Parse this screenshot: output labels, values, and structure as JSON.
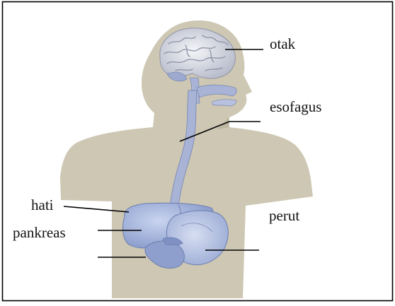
{
  "diagram": {
    "labels": {
      "brain": "otak",
      "esophagus": "esofagus",
      "liver": "hati",
      "stomach": "perut",
      "pancreas": "pankreas"
    },
    "colors": {
      "skin": "#cdc7b3",
      "organ": "#a3b4dd",
      "organ_dark": "#7487b8",
      "tube": "#a8b3d6",
      "brain": "#d8dbe6",
      "frame": "#000000",
      "leader_line": "#000000"
    }
  }
}
